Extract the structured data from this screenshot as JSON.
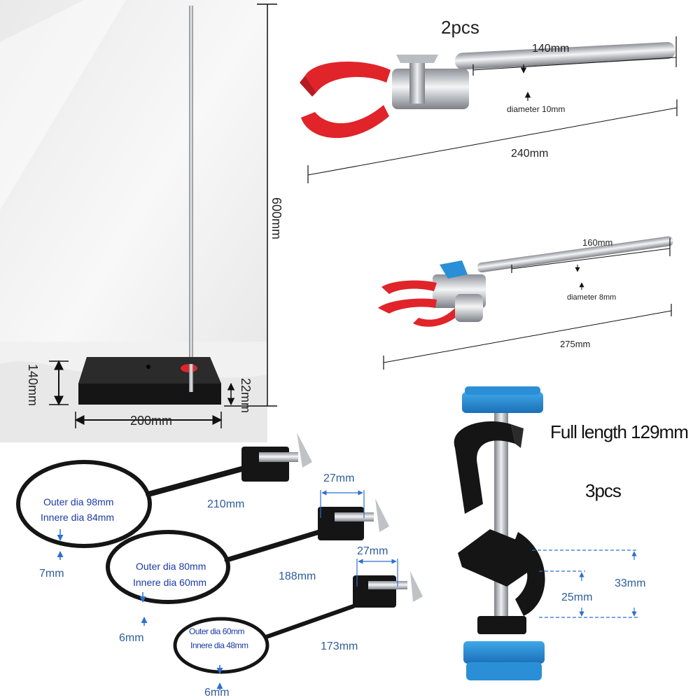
{
  "stand": {
    "height": "600mm",
    "base_width": "200mm",
    "base_depth": "140mm",
    "base_thickness": "22mm"
  },
  "clamp_large": {
    "quantity": "2pcs",
    "rod_length": "140mm",
    "rod_diameter": "diameter 10mm",
    "full_length": "240mm"
  },
  "clamp_small": {
    "rod_length": "160mm",
    "rod_diameter": "diameter 8mm",
    "full_length": "275mm"
  },
  "rings": [
    {
      "outer": "Outer dia 98mm",
      "inner": "Innere dia 84mm",
      "length": "210mm",
      "wire": "7mm"
    },
    {
      "outer": "Outer dia 80mm",
      "inner": "Innere dia 60mm",
      "length": "188mm",
      "wire": "6mm",
      "clamp": "27mm"
    },
    {
      "outer": "Outer dia 60mm",
      "inner": "Innere dia 48mm",
      "length": "173mm",
      "wire": "6mm",
      "clamp": "27mm"
    }
  ],
  "bosshead": {
    "full_length": "Full length 129mm",
    "quantity": "3pcs",
    "gap_outer": "33mm",
    "gap_inner": "25mm"
  },
  "colors": {
    "red": "#e0242a",
    "blue": "#2a8fd6",
    "black": "#151515",
    "steel": "#c9ccd1",
    "dim_blue": "#2e6fd0"
  }
}
